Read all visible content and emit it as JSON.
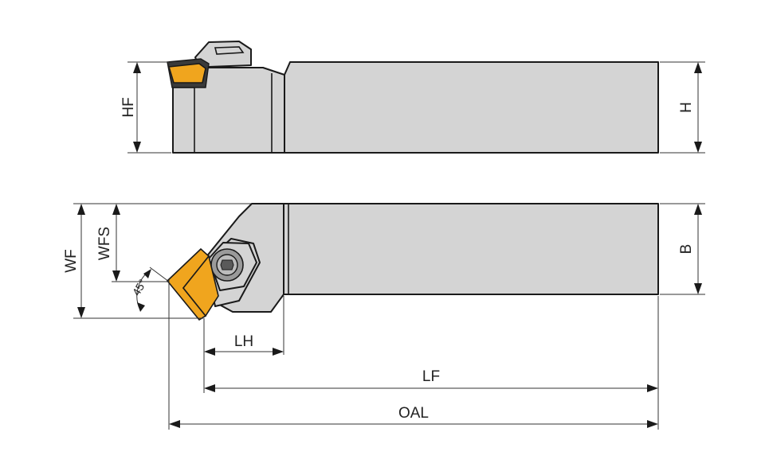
{
  "labels": {
    "hf": "HF",
    "h": "H",
    "wf": "WF",
    "wfs": "WFS",
    "angle": "45°",
    "b": "B",
    "lh": "LH",
    "lf": "LF",
    "oal": "OAL"
  },
  "colors": {
    "body_fill": "#d4d4d4",
    "outline": "#1a1a1a",
    "insert": "#f0a51e",
    "background": "#ffffff"
  }
}
